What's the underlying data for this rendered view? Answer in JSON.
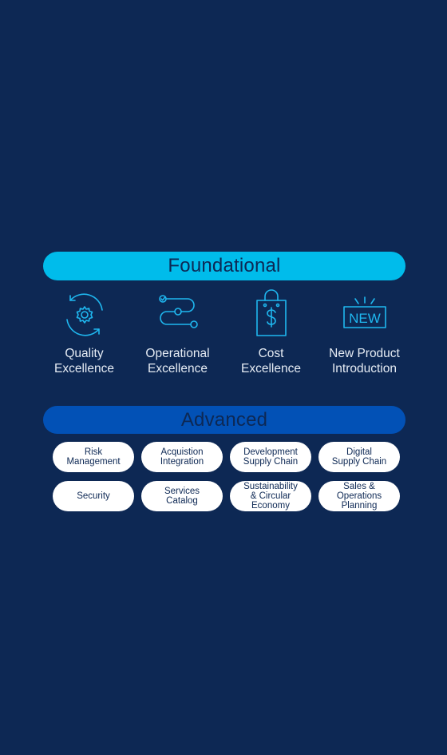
{
  "foundational": {
    "title": "Foundational",
    "items": [
      {
        "label": "Quality\nExcellence",
        "icon": "gear-cycle-icon"
      },
      {
        "label": "Operational\nExcellence",
        "icon": "process-path-icon"
      },
      {
        "label": "Cost\nExcellence",
        "icon": "shopping-bag-dollar-icon"
      },
      {
        "label": "New Product\nIntroduction",
        "icon": "new-badge-icon",
        "badge_text": "NEW"
      }
    ]
  },
  "advanced": {
    "title": "Advanced",
    "items": [
      {
        "label": "Risk\nManagement"
      },
      {
        "label": "Acquistion\nIntegration"
      },
      {
        "label": "Development\nSupply Chain"
      },
      {
        "label": "Digital\nSupply Chain"
      },
      {
        "label": "Security"
      },
      {
        "label": "Services\nCatalog"
      },
      {
        "label": "Sustainability\n& Circular\nEconomy"
      },
      {
        "label": "Sales &\nOperations\nPlanning"
      }
    ]
  },
  "colors": {
    "background": "#0d2854",
    "foundational_band": "#00bceb",
    "advanced_band": "#0251b6",
    "icon_stroke": "#1fb8f0",
    "pill_background": "#ffffff"
  }
}
